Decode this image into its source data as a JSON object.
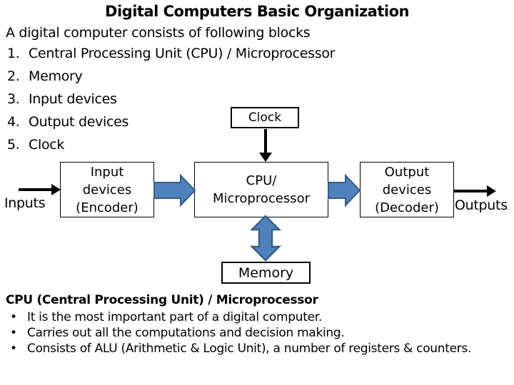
{
  "slide": {
    "title": "Digital Computers Basic Organization",
    "intro": "A digital computer consists of following blocks",
    "list": [
      {
        "num": "1.",
        "text": "Central Processing Unit (CPU) / Microprocessor"
      },
      {
        "num": "2.",
        "text": "Memory"
      },
      {
        "num": "3.",
        "text": "Input devices"
      },
      {
        "num": "4.",
        "text": "Output devices"
      },
      {
        "num": "5.",
        "text": "Clock"
      }
    ]
  },
  "diagram": {
    "clock_label": "Clock",
    "input_box": [
      "Input",
      "devices",
      "(Encoder)"
    ],
    "cpu_box": [
      "CPU/",
      "Microprocessor"
    ],
    "output_box": [
      "Output",
      "devices",
      "(Decoder)"
    ],
    "memory_label": "Memory",
    "inputs_label": "Inputs",
    "outputs_label": "Outputs"
  },
  "footer": {
    "heading": "CPU (Central Processing Unit) / Microprocessor",
    "bullet_char": "•",
    "bullets": [
      "It is the most important part of a digital computer.",
      "Carries out all the computations and decision making.",
      "Consists of ALU (Arithmetic & Logic Unit), a number of registers & counters."
    ]
  },
  "colors": {
    "background": "#ffffff",
    "text": "#000000",
    "box_border": "#000000",
    "box_fill": "#ffffff",
    "block_arrow_fill": "#4f81bd",
    "block_arrow_border": "#385d8a",
    "line_arrow": "#000000"
  }
}
